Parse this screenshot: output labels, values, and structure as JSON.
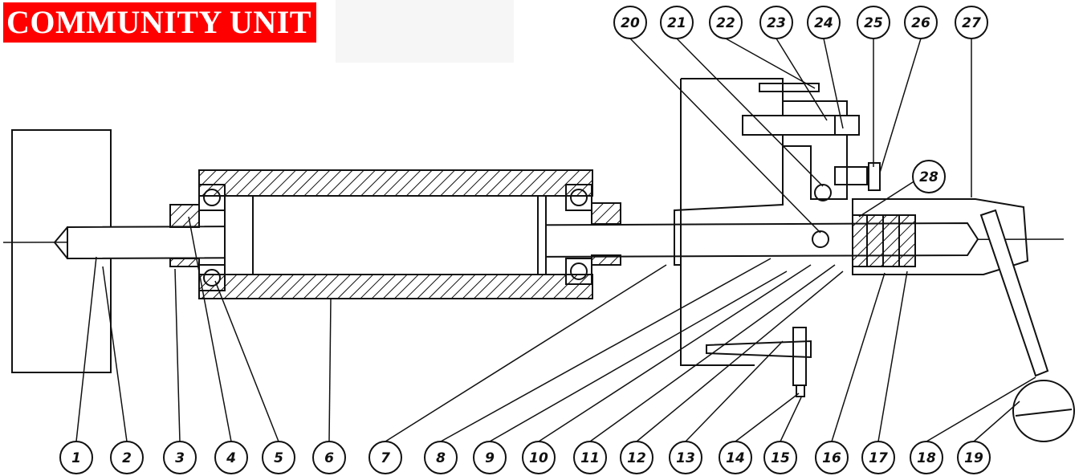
{
  "banner": {
    "text": "COMMUNITY UNIT",
    "background": "#ff0000",
    "color": "#ffffff"
  },
  "drawing": {
    "line_color": "#111111",
    "bottom_labels": [
      "1",
      "2",
      "3",
      "4",
      "5",
      "6",
      "7",
      "8",
      "9",
      "10",
      "11",
      "12",
      "13",
      "14",
      "15",
      "16",
      "17",
      "18",
      "19"
    ],
    "top_labels": [
      "20",
      "21",
      "22",
      "23",
      "24",
      "25",
      "26",
      "27"
    ],
    "side_label": "28"
  }
}
